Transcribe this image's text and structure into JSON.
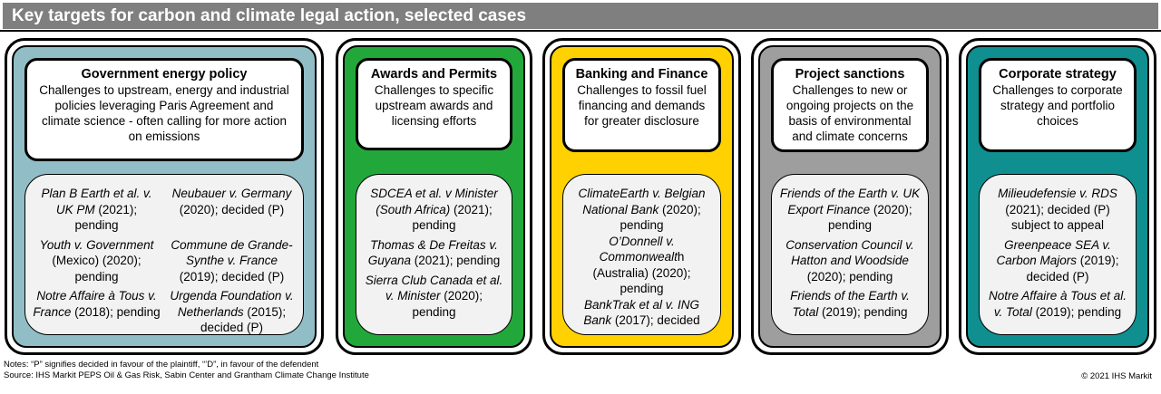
{
  "title": "Key targets for carbon and climate legal action, selected cases",
  "colors": {
    "government": "#91bdc6",
    "awards": "#22a83a",
    "banking": "#ffd100",
    "project": "#9e9e9e",
    "corporate": "#0f8f8f"
  },
  "panels": {
    "government": {
      "title": "Government energy policy",
      "description": "Challenges to upstream, energy and industrial policies leveraging Paris Agreement and climate science - often calling for more action on emissions",
      "cases": [
        {
          "name": "Plan B Earth et al. v. UK PM",
          "detail": " (2021); pending"
        },
        {
          "name": "Neubauer v. Germany",
          "detail": " (2020); decided (P)"
        },
        {
          "name": "Youth v. Government",
          "detail": " (Mexico) (2020); pending"
        },
        {
          "name": "Commune de Grande-Synthe v. France",
          "detail": " (2019); decided (P)"
        },
        {
          "name": "Notre Affaire à Tous v. France",
          "detail": " (2018); pending"
        },
        {
          "name": "Urgenda Foundation v. Netherlands",
          "detail": " (2015); decided (P)"
        }
      ]
    },
    "awards": {
      "title": "Awards and Permits",
      "description": "Challenges to specific upstream awards and licensing efforts",
      "cases": [
        {
          "name": "SDCEA et al. v Minister (South Africa)",
          "detail": " (2021); pending"
        },
        {
          "name": "Thomas & De Freitas v. Guyana",
          "detail": " (2021); pending"
        },
        {
          "name": "Sierra Club Canada et al. v. Minister",
          "detail": " (2020); pending"
        }
      ]
    },
    "banking": {
      "title": "Banking and Finance",
      "description": "Challenges to fossil fuel financing and demands for greater disclosure",
      "cases": [
        {
          "name": "ClimateEarth v. Belgian National Bank",
          "detail": " (2020); pending"
        },
        {
          "name": "O’Donnell v. Commonwealt",
          "detail": "h (Australia) (2020); pending"
        },
        {
          "name": "BankTrak et al v. ING Bank",
          "detail": " (2017); decided"
        }
      ]
    },
    "project": {
      "title": "Project sanctions",
      "description": "Challenges to new or ongoing projects on the basis of environmental and climate concerns",
      "cases": [
        {
          "name": "Friends of the Earth v. UK Export Finance",
          "detail": " (2020); pending"
        },
        {
          "name": "Conservation Council v. Hatton and Woodside",
          "detail": " (2020); pending"
        },
        {
          "name": "Friends of the Earth v. Total",
          "detail": " (2019); pending"
        }
      ]
    },
    "corporate": {
      "title": "Corporate strategy",
      "description": "Challenges to corporate strategy and portfolio choices",
      "cases": [
        {
          "name": "Milieudefensie v. RDS",
          "detail": " (2021); decided (P) subject to appeal"
        },
        {
          "name": "Greenpeace SEA v. Carbon Majors",
          "detail": " (2019); decided (P)"
        },
        {
          "name": "Notre Affaire à Tous et al. v. Total",
          "detail": " (2019); pending"
        }
      ]
    }
  },
  "footer": {
    "notes": "Notes: “P” signifies decided in favour of the plaintiff, “’D”, in favour of the defendent",
    "source": "Source: IHS Markit PEPS Oil & Gas Risk, Sabin Center and Grantham Climate Change Institute",
    "copyright": "© 2021 IHS Markit"
  }
}
